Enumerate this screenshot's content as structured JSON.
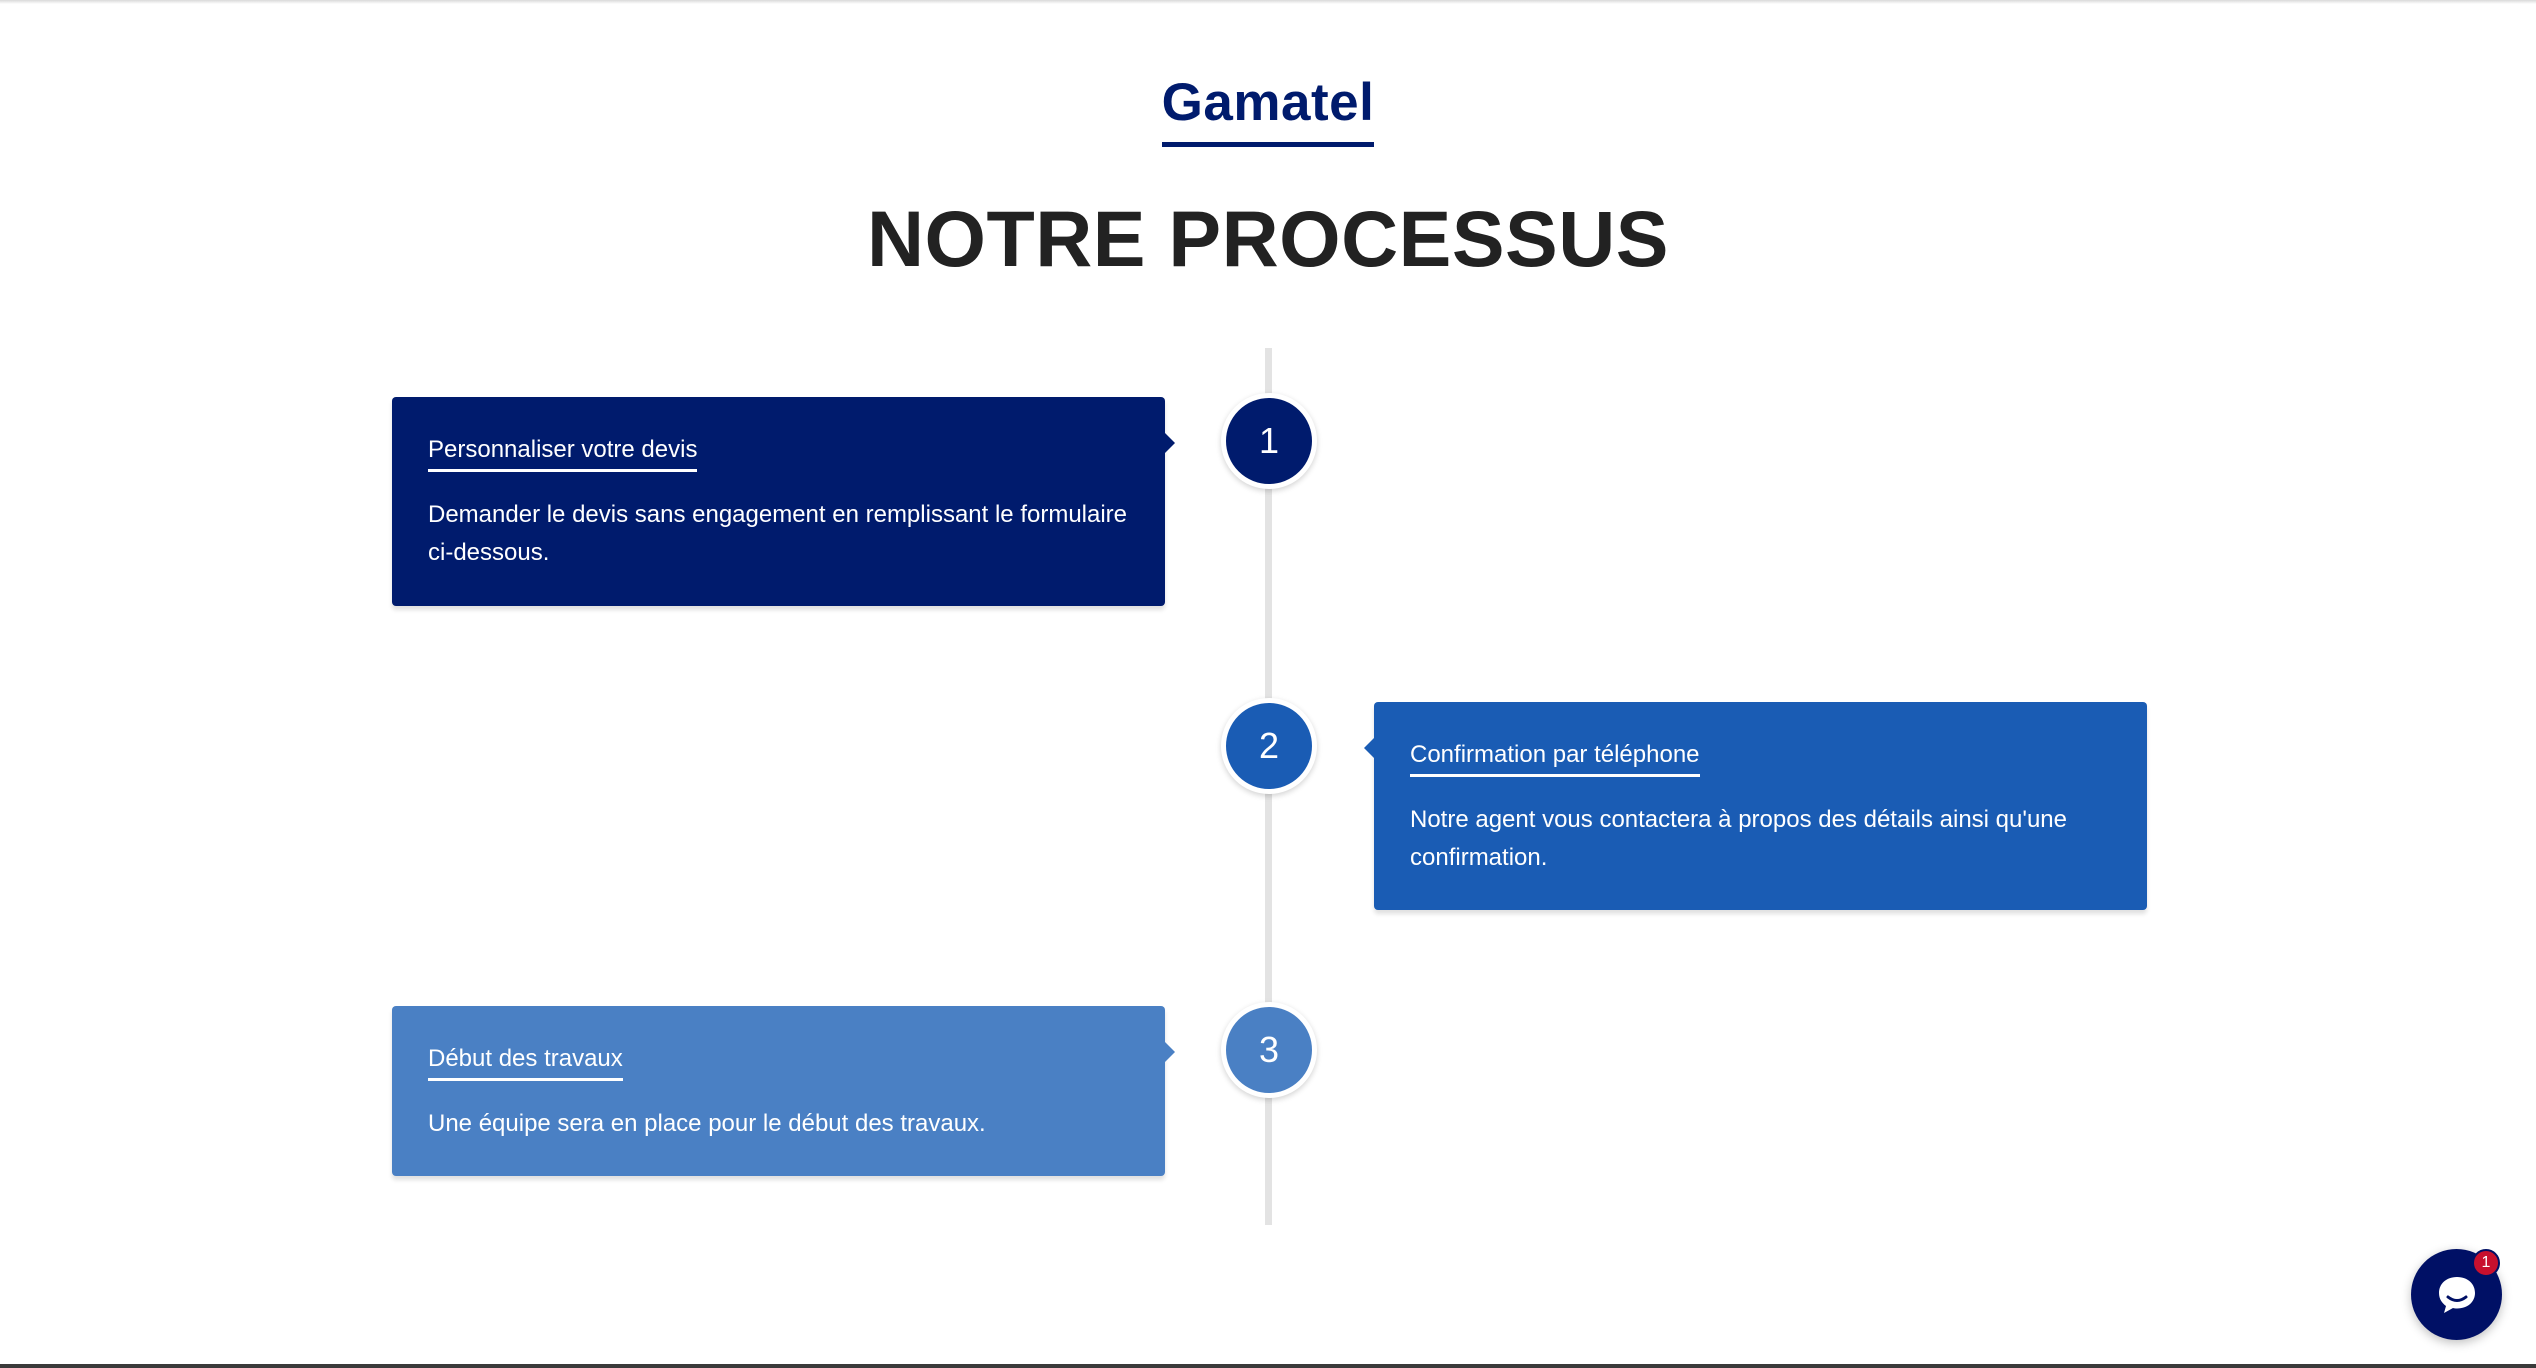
{
  "brand": {
    "name": "Gamatel"
  },
  "section": {
    "title": "NOTRE PROCESSUS"
  },
  "colors": {
    "brand_navy": "#001b6d",
    "step1": "#001b6d",
    "step2": "#1a5cb4",
    "step3": "#4a80c4",
    "timeline": "#e3e3e3",
    "chat": "#001065",
    "badge": "#c8102e"
  },
  "steps": [
    {
      "number": "1",
      "title": "Personnaliser votre devis",
      "text": "Demander le devis sans engagement en remplissant le formulaire ci-dessous."
    },
    {
      "number": "2",
      "title": "Confirmation par téléphone",
      "text": "Notre agent vous contactera à propos des détails ainsi qu'une confirmation."
    },
    {
      "number": "3",
      "title": "Début des travaux",
      "text": "Une équipe sera en place pour le début des travaux."
    }
  ],
  "chat": {
    "icon": "chat-bubble-icon",
    "badge_count": "1"
  }
}
